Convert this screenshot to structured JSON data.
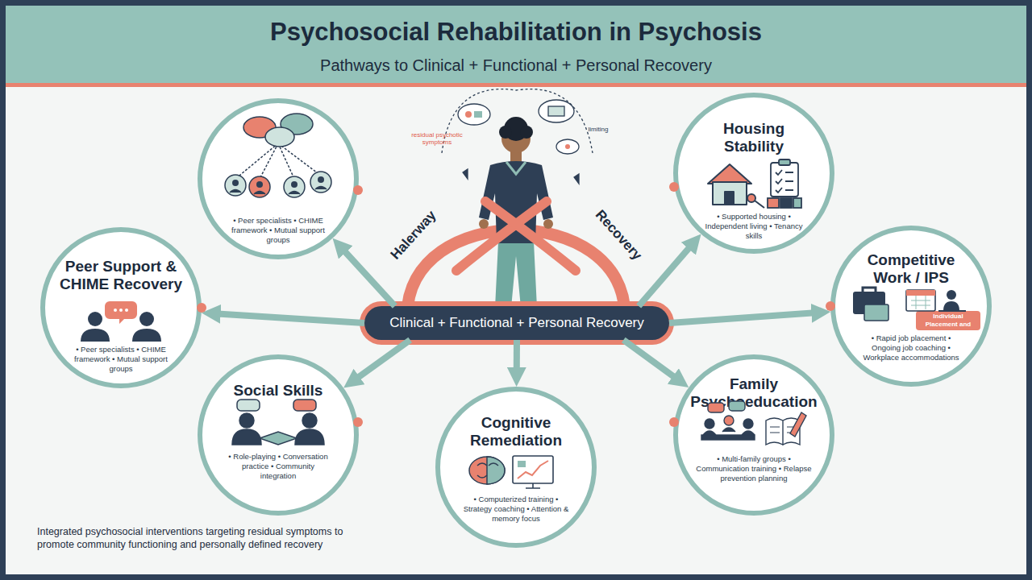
{
  "diagram": {
    "title": "Psychosocial Rehabilitation in Psychosis",
    "caption": "Integrated psychosocial interventions targeting residual symptoms to promote community functioning and personally defined recovery",
    "nodes": [
      {
        "text": [
          "• Peer specialists • CHIME framework • Mutual support groups"
        ]
      },
      {
        "text": [
          "Housing Stability",
          "• Supported housing • Independent living • Tenancy skills"
        ]
      },
      {
        "text": [
          "Peer Support & CHIME Recovery",
          "• Peer specialists • CHIME framework • Mutual support groups"
        ]
      },
      {
        "text": [
          "Clinical + Functional + Personal Recovery"
        ]
      },
      {
        "text": [
          "Competitive Work / IPS",
          "• Rapid job placement • Ongoing job coaching • Workplace accommodations"
        ]
      },
      {
        "text": [
          "Individual Placement and Support"
        ],
        "in": 4
      },
      {
        "text": [
          "Social Skills",
          "• Role-playing • Conversation practice • Community integration"
        ]
      },
      {
        "text": [
          "Cognitive Remediation",
          "• Computerized training • Strategy coaching • Attention & memory focus"
        ]
      },
      {
        "text": [
          "Family Psychoeducation",
          "• Multi-family groups • Communication training • Relapse prevention planning"
        ]
      }
    ],
    "edges": [
      {
        "from": 3,
        "to": 0,
        "arrow": "to"
      },
      {
        "from": 3,
        "to": 1,
        "arrow": "to"
      },
      {
        "from": 3,
        "to": 2,
        "arrow": "to"
      },
      {
        "from": 3,
        "to": 4,
        "arrow": "to"
      },
      {
        "from": 3,
        "to": 6,
        "arrow": "to"
      },
      {
        "from": 3,
        "to": 7,
        "arrow": "to"
      },
      {
        "from": 3,
        "to": 8,
        "arrow": "to"
      }
    ],
    "labels": [
      "Pathways to Clinical + Functional + Personal Recovery",
      "residual psychotic symptoms",
      "limiting",
      "Halerway",
      "Recovery"
    ]
  }
}
